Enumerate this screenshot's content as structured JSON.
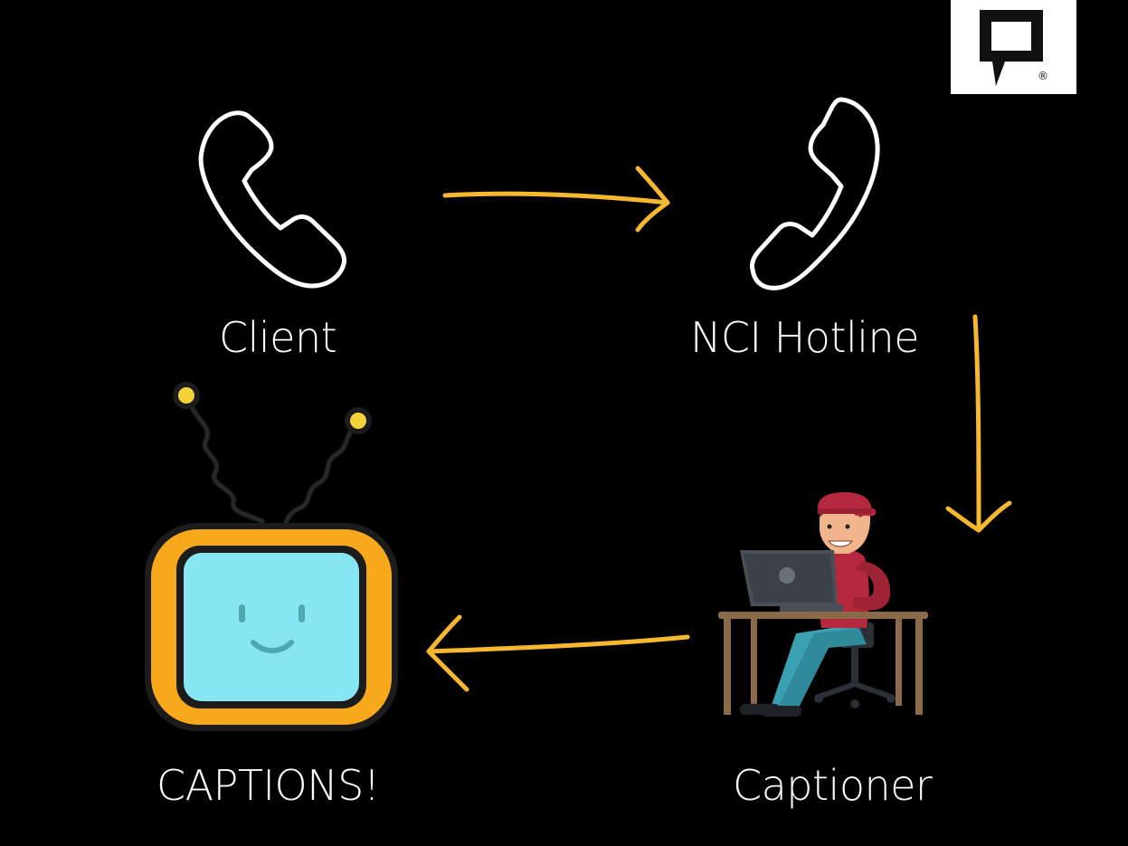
{
  "nodes": {
    "client": {
      "label": "Client"
    },
    "hotline": {
      "label": "NCI Hotline"
    },
    "captioner": {
      "label": "Captioner"
    },
    "captions": {
      "label": "CAPTIONS!"
    }
  },
  "edges": [
    {
      "from": "client",
      "to": "hotline"
    },
    {
      "from": "hotline",
      "to": "captioner"
    },
    {
      "from": "captioner",
      "to": "captions"
    }
  ],
  "logo": {
    "registered_mark": "®"
  },
  "colors": {
    "background": "#000000",
    "arrow": "#f5b82e",
    "icon_stroke": "#ffffff",
    "tv_frame": "#f7a81b",
    "tv_screen": "#86e6f2",
    "tv_outline": "#1c1c1c",
    "antenna_knob": "#f4d33a",
    "shirt": "#b5283d",
    "pants": "#3aa0b2",
    "laptop": "#4a4f57",
    "desk": "#8b6a4a"
  },
  "icons": {
    "client": "phone-handset-icon",
    "hotline": "phone-handset-icon",
    "captioner": "person-at-desk-illustration",
    "captions": "smiling-tv-illustration",
    "logo": "speech-bubble-logo-icon"
  }
}
